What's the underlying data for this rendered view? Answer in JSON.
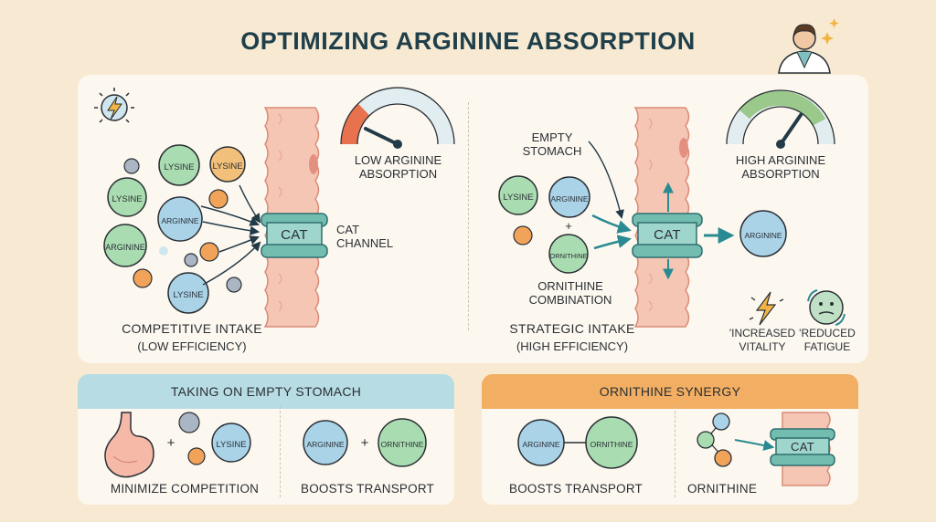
{
  "title": "OPTIMIZING ARGININE ABSORPTION",
  "colors": {
    "background": "#f8ead2",
    "lysine": "#a9dcb0",
    "arginine": "#aad3e8",
    "orange_molecule": "#f2a35a",
    "cat_channel": "#73bcb0",
    "intestine": "#f6c6b5",
    "arrow_dark": "#233a48",
    "arrow_teal": "#2a8a92"
  },
  "left_panel": {
    "molecule_labels": [
      "LYSINE",
      "LYSINE",
      "LYSINE",
      "ARGININE",
      "ARGININE",
      "LYSINE"
    ],
    "channel_label": "CAT",
    "channel_caption": "CAT CHANNEL",
    "gauge_caption": "LOW ARGININE ABSORPTION",
    "gauge_level": 0.2,
    "caption": "COMPETITIVE INTAKE",
    "subcaption": "(LOW EFFICIENCY)"
  },
  "right_panel": {
    "stomach_label": "EMPTY STOMACH",
    "molecule_labels": [
      "LYSINE",
      "ARGININE",
      "ORNITHINE",
      "ARGININE"
    ],
    "plus_sign": "+",
    "channel_label": "CAT",
    "combo_caption": "ORNITHINE COMBINATION",
    "gauge_caption": "HIGH ARGININE ABSORPTION",
    "gauge_level": 0.8,
    "caption": "STRATEGIC INTAKE",
    "subcaption": "(HIGH EFFICIENCY)",
    "benefit_1": "'INCREASED VITALITY",
    "benefit_2": "'REDUCED FATIGUE"
  },
  "card_left": {
    "header": "TAKING ON EMPTY STOMACH",
    "plus_1": "+",
    "lysine_label": "LYSINE",
    "caption_1": "MINIMIZE COMPETITION",
    "arginine_label": "ARGININE",
    "plus_2": "+",
    "ornithine_label": "ORNITHINE",
    "caption_2": "BOOSTS TRANSPORT"
  },
  "card_right": {
    "header": "ORNITHINE SYNERGY",
    "arginine_label": "ARGININE",
    "ornithine_label": "ORNITHINE",
    "caption_1": "BOOSTS TRANSPORT",
    "channel_label": "CAT",
    "caption_2": "ORNITHINE"
  },
  "icons": [
    "lightning-icon",
    "doctor-avatar-icon",
    "stomach-icon",
    "face-icon"
  ]
}
